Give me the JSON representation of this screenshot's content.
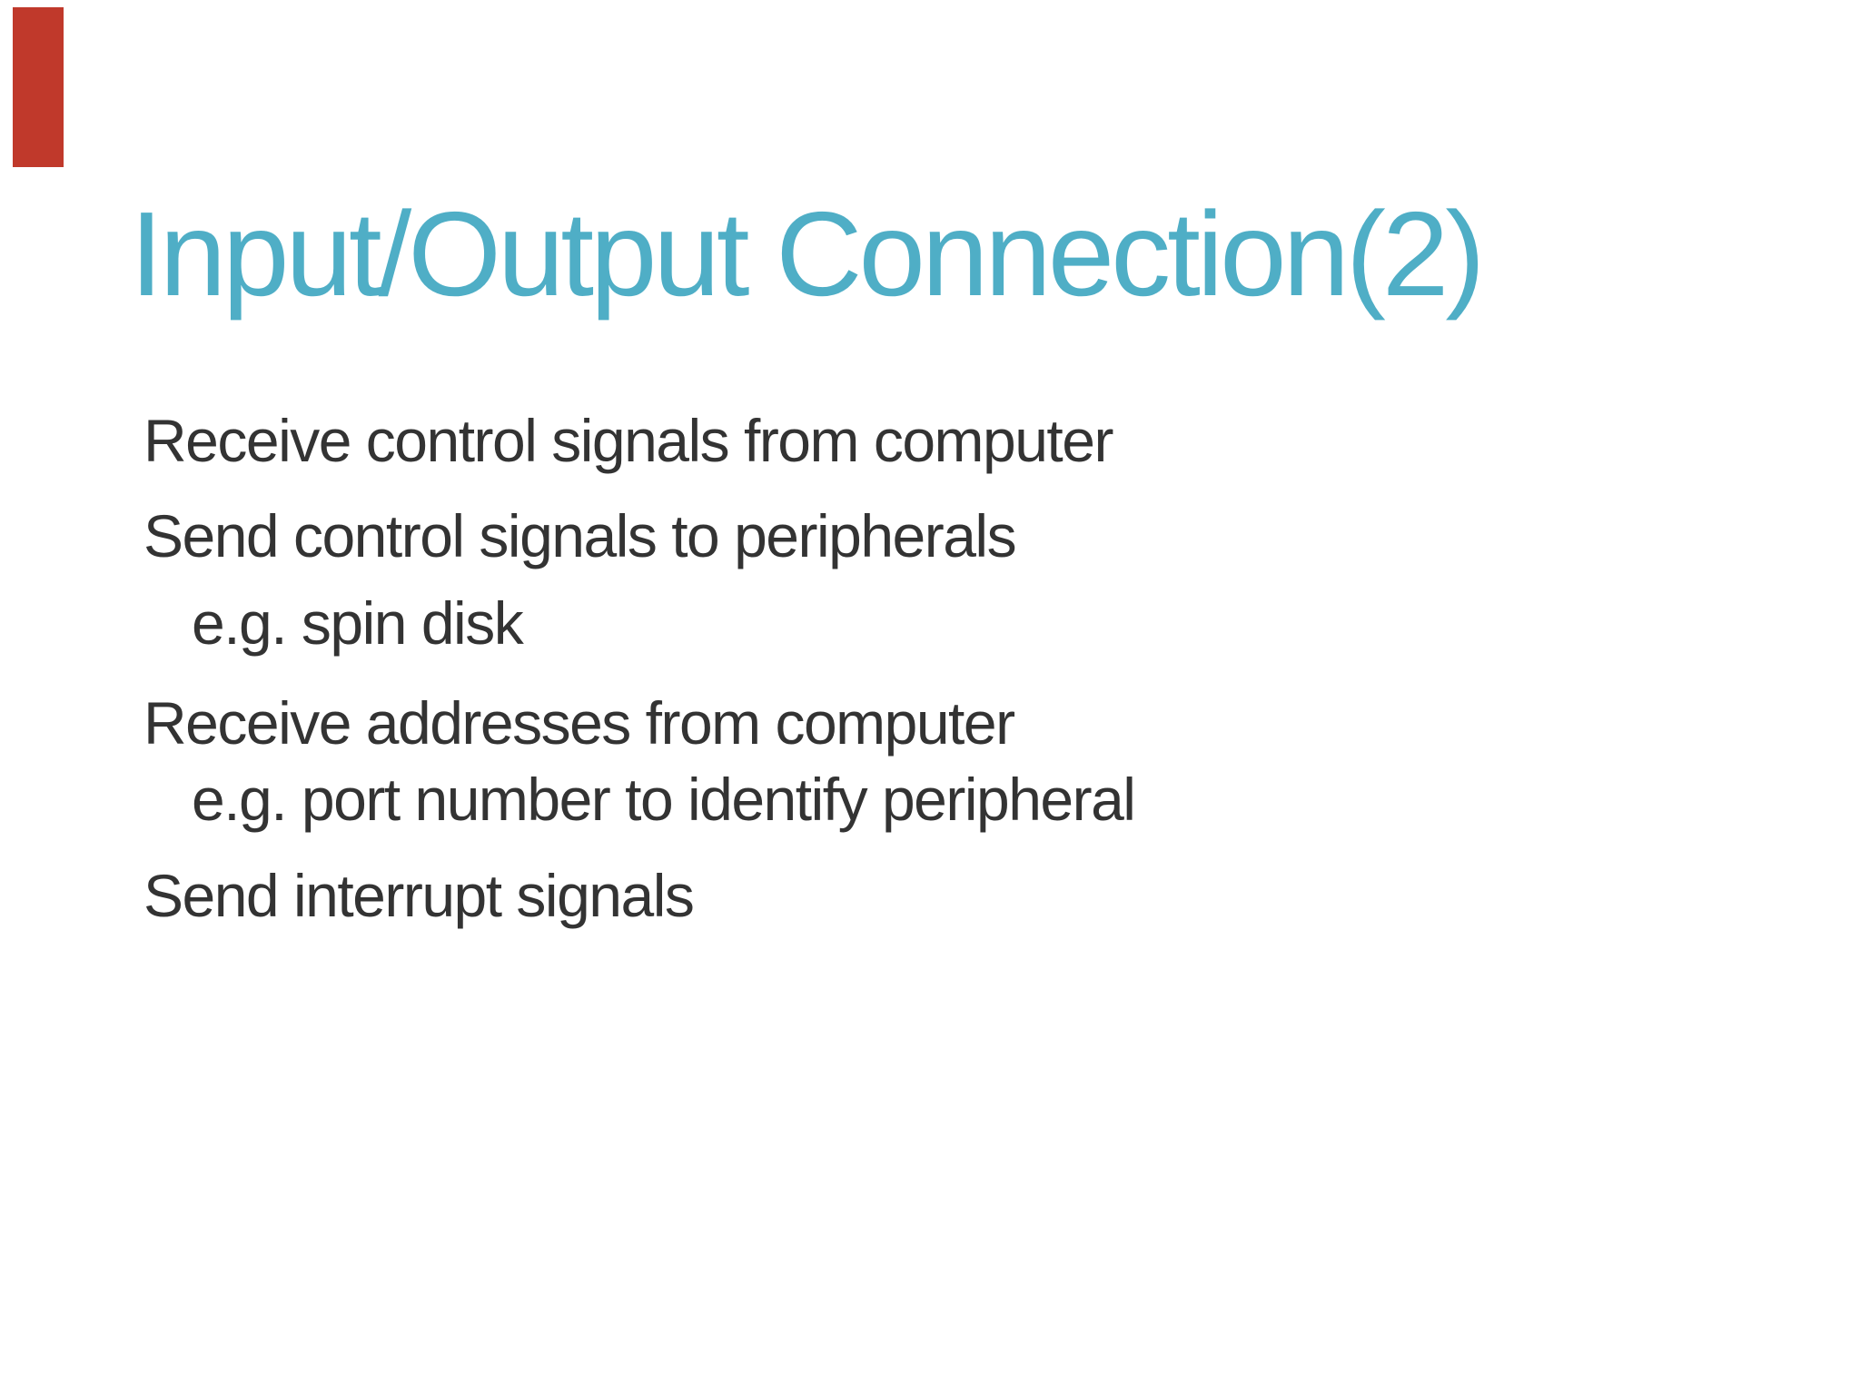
{
  "slide": {
    "title": "Input/Output Connection(2)",
    "colors": {
      "background": "#FFFFFF",
      "title": "#4FAEC6",
      "body_text": "#333333",
      "accent_bar": "#C0392B"
    },
    "bullets": [
      {
        "text": "Receive control signals from computer",
        "level": 1
      },
      {
        "text": "Send control signals to peripherals",
        "level": 1
      },
      {
        "text": "e.g. spin disk",
        "level": 2
      },
      {
        "text": "Receive addresses from computer",
        "level": 1
      },
      {
        "text": "e.g. port number to identify peripheral",
        "level": 2
      },
      {
        "text": "Send interrupt signals",
        "level": 1
      }
    ]
  }
}
